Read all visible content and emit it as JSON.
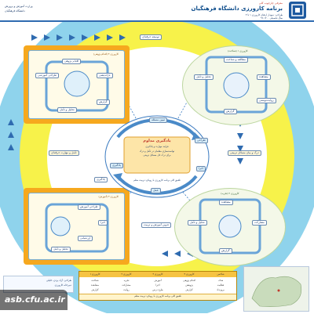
{
  "header": {
    "title": "برنامه کارورزی دانشگاه فرهنگیان",
    "subtitle": "معرفی چارچوب کلی",
    "meta_line_1": "طراحی: نمودار ارتقای کارورزی ۱ تا ۴",
    "meta_line_2": "سال تحصیلی ۱۴۰۰-۹۹",
    "left_note_1": "وزارت آموزش و پرورش",
    "left_note_2": "دانشگاه فرهنگیان"
  },
  "center": {
    "top_label": "تبیین مسئله",
    "title": "یادگیری مداوم",
    "subtitle": "فرایند مهارت و یادگیری",
    "line1": "توانمندسازی معلمان در تأمل و درک",
    "line2": "برای درک حل مسائل تربیتی",
    "bottom_line": "تلفیق کلی برنامه کارورزی با رویکرد تربیت معلم",
    "right_label": "طراحی",
    "left_label": "یادگیری",
    "bottom_label": "عمل",
    "side_label": "اجرا"
  },
  "labels": {
    "top_banner": "توسعه حرفه‌ای",
    "left_mid": "تأمل و مهارت حرفه‌ای",
    "right_mid": "درک و بیان مسائل تربیتی",
    "left_low": "یادگیری",
    "bottom_mid": "تدوین آموزش و تربیت",
    "bottom_right_tag": "عمل"
  },
  "quadrants": {
    "top_left": {
      "title": "کارورزی ۴ (اقدام پژوهی)",
      "items": [
        "اقدام پژوهی",
        "بازاندیشی",
        "طراحی آموزشی",
        "گزارش",
        "تحلیل و تأمل"
      ]
    },
    "top_right": {
      "title": "کارورزی ۱ (شناخت)",
      "items": [
        "مطالعه و شناخت",
        "مشاهده",
        "تحلیل و تأمل",
        "روایت‌نویسی",
        "گزارش"
      ]
    },
    "bottom_left": {
      "title": "کارورزی ۳ (آموزش)",
      "items": [
        "طراحی آموزش",
        "اجرا",
        "ارزشیابی",
        "تحلیل و تأمل"
      ]
    },
    "bottom_right": {
      "title": "کارورزی ۲ (تجربه)",
      "items": [
        "مشاهده",
        "مشارکت",
        "تحلیل و تأمل",
        "گزارش"
      ]
    }
  },
  "table": {
    "headers": [
      "کارورزی ۱",
      "کارورزی ۲",
      "کارورزی ۳",
      "کارورزی ۴",
      "شاخص"
    ],
    "rows": [
      [
        "شناخت",
        "تجربه",
        "آموزش",
        "اقدام پژوهی",
        "هدف"
      ],
      [
        "مشاهده",
        "مشارکت",
        "اجرا",
        "پژوهش",
        "فعالیت"
      ],
      [
        "گزارش",
        "روایت",
        "طرح درس",
        "گزارش",
        "برون‌داد"
      ]
    ],
    "footer": "تلفیق کلی برنامه کارورزی با رویکرد تربیت معلم"
  },
  "bottom_left": {
    "line1": "طراحی: آزاد یزدی، خلیلی",
    "line2": "دبیرخانه کارورزی"
  },
  "watermark": "asb.cfu.ac.ir"
}
